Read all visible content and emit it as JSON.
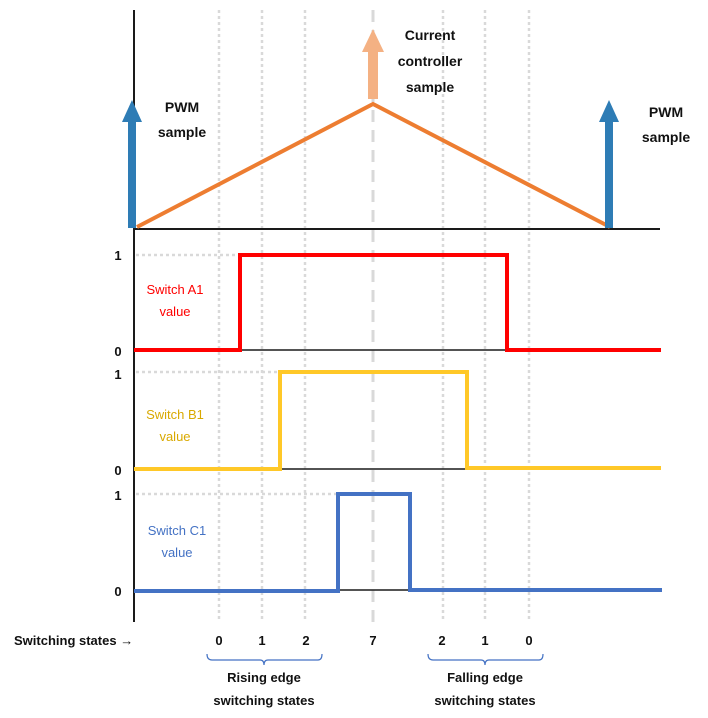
{
  "colors": {
    "pwm_arrow": "#2e7cb5",
    "controller_arrow": "#f4b183",
    "carrier": "#ed7d31",
    "switch_a1": "#ff0000",
    "switch_b1": "#ffc828",
    "switch_c1": "#4472c4",
    "brace": "#4472c4",
    "axis": "#1a1a1a",
    "grid": "#d9d9d9"
  },
  "annotations": {
    "pwm_left": [
      "PWM",
      "sample"
    ],
    "controller": [
      "Current",
      "controller",
      "sample"
    ],
    "pwm_right": [
      "PWM",
      "sample"
    ]
  },
  "signals": [
    {
      "id": "a1",
      "label": [
        "Switch A1",
        "value"
      ],
      "level_high": "1",
      "level_low": "0",
      "rise_state_index": 1,
      "fall_state_index": 5
    },
    {
      "id": "b1",
      "label": [
        "Switch B1",
        "value"
      ],
      "level_high": "1",
      "level_low": "0",
      "rise_state_index": 2,
      "fall_state_index": 4
    },
    {
      "id": "c1",
      "label": [
        "Switch C1",
        "value"
      ],
      "level_high": "1",
      "level_low": "0",
      "rise_state_index": 3,
      "fall_state_index": 3
    }
  ],
  "switching_states": {
    "label": "Switching states",
    "arrow_glyph": "→",
    "states": [
      "0",
      "1",
      "2",
      "7",
      "2",
      "1",
      "0"
    ]
  },
  "groups": {
    "rising": [
      "Rising edge",
      "switching states"
    ],
    "falling": [
      "Falling edge",
      "switching states"
    ]
  }
}
